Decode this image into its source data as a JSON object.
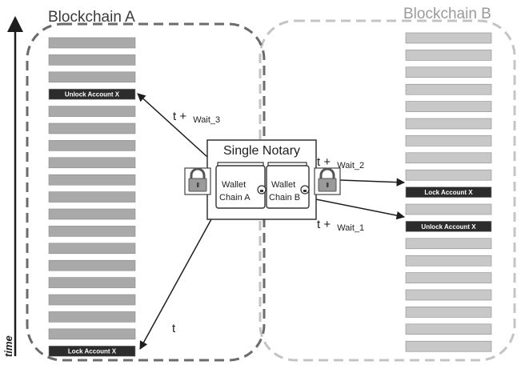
{
  "blockchain_a": {
    "title": "Blockchain A",
    "block_count": 19,
    "events": [
      {
        "block_index": 3,
        "label": "Unlock Account X"
      },
      {
        "block_index": 18,
        "label": "Lock Account X"
      }
    ]
  },
  "blockchain_b": {
    "title": "Blockchain B",
    "block_count": 19,
    "events": [
      {
        "block_index": 9,
        "label": "Lock Account X"
      },
      {
        "block_index": 11,
        "label": "Unlock Account X"
      }
    ]
  },
  "axis": {
    "label": "time"
  },
  "notary": {
    "title": "Single Notary",
    "wallet_a": [
      "Wallet",
      "Chain A"
    ],
    "wallet_b": [
      "Wallet",
      "Chain B"
    ]
  },
  "arrows": {
    "to_unlock_a": {
      "t": "t +",
      "sub": "Wait_3"
    },
    "to_lock_a": {
      "t": "t",
      "sub": ""
    },
    "to_lock_b": {
      "t": "t +",
      "sub": "Wait_2"
    },
    "to_unlock_b": {
      "t": "t +",
      "sub": "Wait_1"
    }
  },
  "colors": {
    "frame_a": "#6b6b6b",
    "frame_b": "#c4c4c4",
    "block_a": "#a9a9a9",
    "block_b": "#c8c8c8",
    "event_block": "#2c2c2c",
    "arrow": "#1e1e1e",
    "title_a": "#3a3a3a",
    "title_b": "#9a9a9a"
  }
}
